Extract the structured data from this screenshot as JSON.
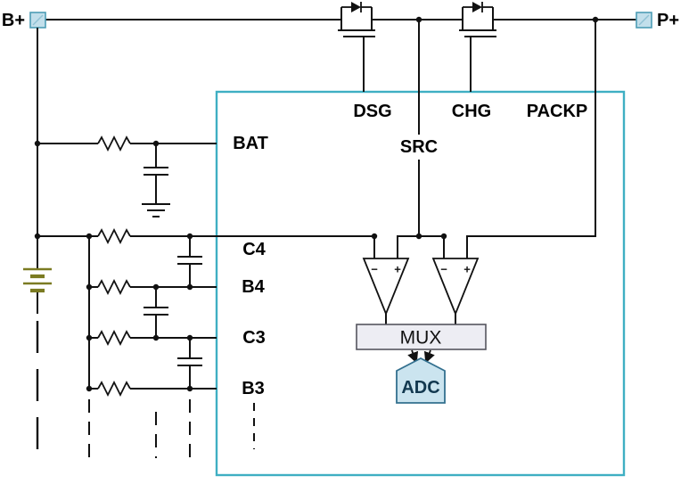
{
  "terminals": {
    "b_plus": "B+",
    "p_plus": "P+"
  },
  "ic": {
    "top_pins": {
      "dsg": "DSG",
      "chg": "CHG",
      "packp": "PACKP"
    },
    "pins": {
      "src": "SRC",
      "bat": "BAT",
      "c4": "C4",
      "b4": "B4",
      "c3": "C3",
      "b3": "B3"
    },
    "blocks": {
      "mux": "MUX",
      "adc": "ADC"
    },
    "comparator": {
      "minus": "−",
      "plus": "+"
    }
  },
  "colors": {
    "ic_border": "#3fafc3",
    "wire": "#111111",
    "battery_plates": "#7b7b22",
    "mux_fill": "#ededf3",
    "adc_fill": "#cbe4ef",
    "terminal_fill": "#c2dfeb",
    "terminal_border": "#4d9db5"
  }
}
